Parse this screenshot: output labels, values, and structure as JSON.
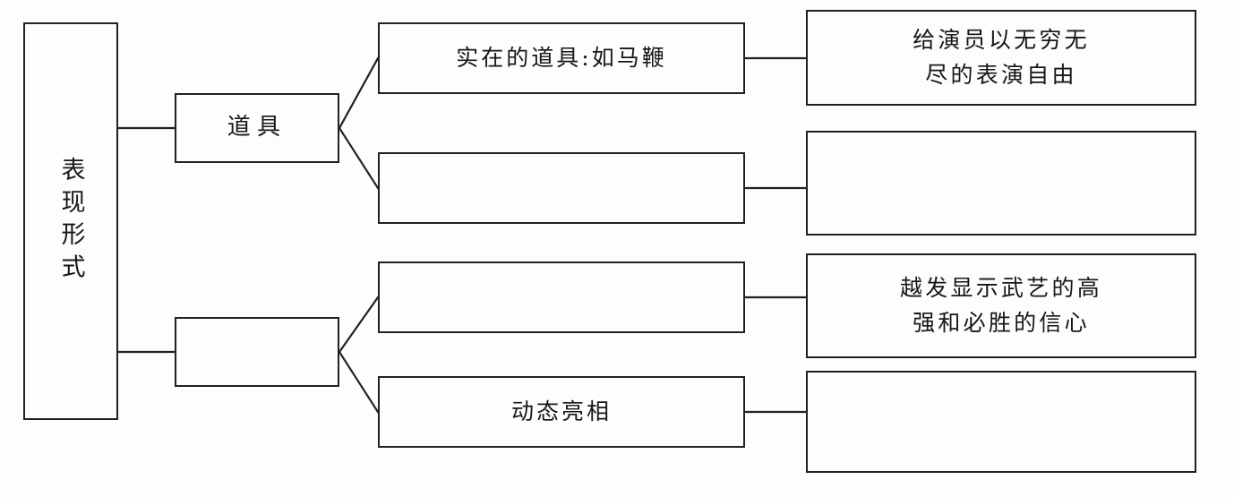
{
  "diagram": {
    "title": "表现形式",
    "type": "tree",
    "orientation": "left-to-right",
    "background_color": "#fdfdfb",
    "line_color": "#222021",
    "text_color": "#17161a",
    "root": {
      "label": "表现形式",
      "vertical_text": true
    },
    "level2": [
      {
        "label": "道具"
      },
      {
        "label": ""
      }
    ],
    "level3": [
      {
        "label": "实在的道具:如马鞭"
      },
      {
        "label": ""
      },
      {
        "label": ""
      },
      {
        "label": "动态亮相"
      }
    ],
    "level4": [
      {
        "label": "给演员以无穷无\n尽的表演自由"
      },
      {
        "label": ""
      },
      {
        "label": "越发显示武艺的高\n强和必胜的信心"
      },
      {
        "label": ""
      }
    ]
  }
}
